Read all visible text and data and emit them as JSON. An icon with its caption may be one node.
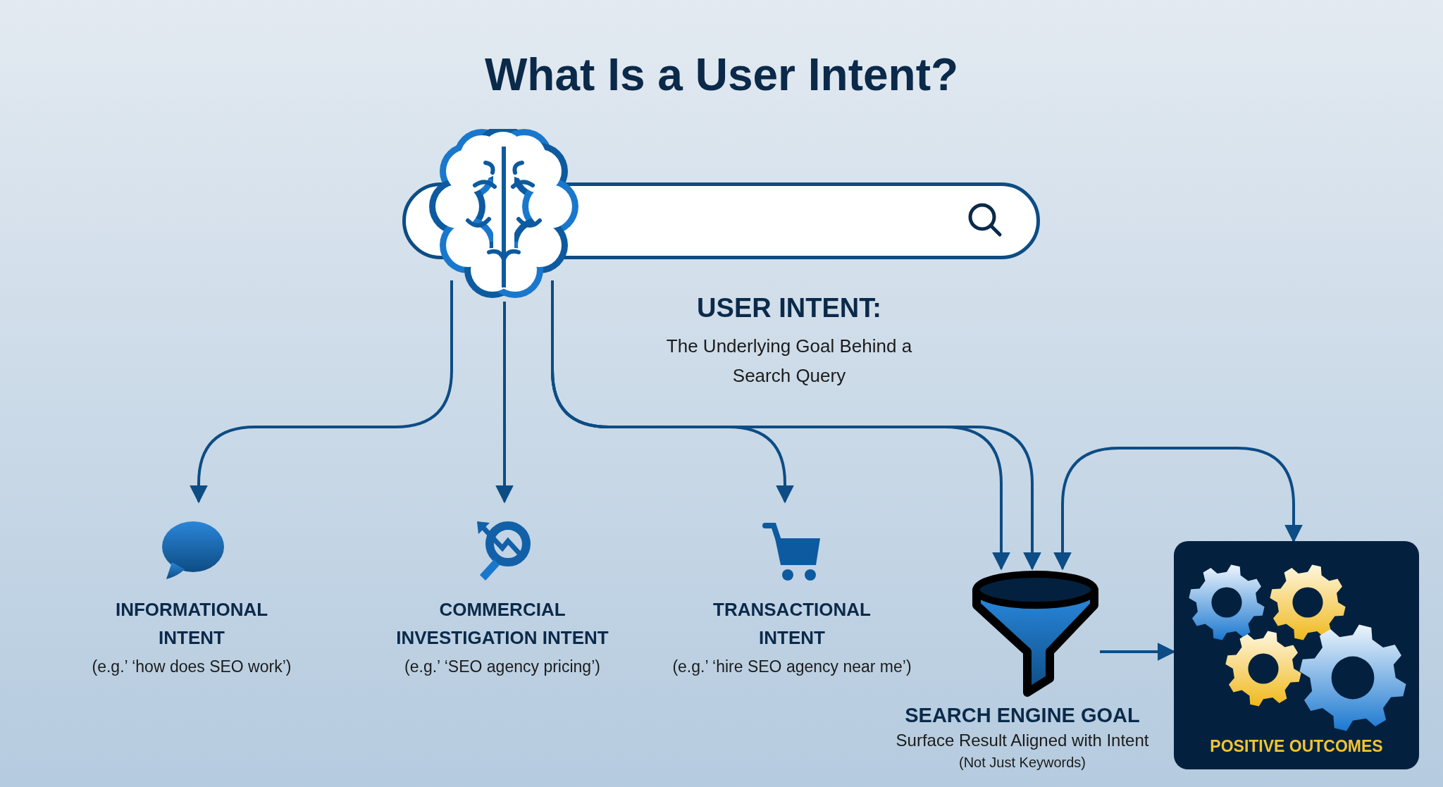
{
  "diagram": {
    "title": "What Is a User Intent?",
    "nodes": [
      {
        "text": [],
        "shape": "picture"
      },
      {
        "text": [
          "INFORMATIONAL INTENT",
          "(e.g.’ ‘how does SEO work’)"
        ]
      },
      {
        "text": [
          "COMMERCIAL INVESTIGATION INTENT",
          "(e.g.’ ‘SEO agency pricing’)"
        ]
      },
      {
        "text": [
          "TRANSACTIONAL INTENT",
          "(e.g.’ ‘hire SEO agency near me’)"
        ]
      },
      {
        "text": [],
        "shape": "funnel",
        "beside": [
          "SEARCH ENGINE GOAL",
          "Surface Result Aligned with Intent",
          "(Not Just Keywords)"
        ]
      },
      {
        "text": [
          "POSITIVE OUTCOMES"
        ]
      }
    ],
    "edges": [
      {
        "from": 0,
        "to": 1,
        "arrow": "to"
      },
      {
        "from": 0,
        "to": 2,
        "arrow": "to"
      },
      {
        "from": 0,
        "to": 3,
        "arrow": "to"
      },
      {
        "from": 0,
        "to": 4,
        "arrow": "to"
      },
      {
        "from": 0,
        "to": 4,
        "arrow": "to"
      },
      {
        "from": 4,
        "to": 5,
        "arrow": "both"
      },
      {
        "from": 4,
        "to": 5,
        "arrow": "to"
      }
    ],
    "labels": [
      "USER INTENT:",
      "The Underlying Goal Behind a Search Query"
    ]
  }
}
